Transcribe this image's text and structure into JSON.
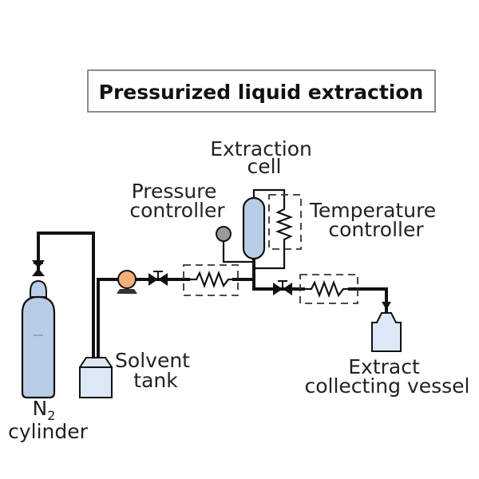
{
  "diagram": {
    "title": "Pressurized liquid extraction",
    "labels": {
      "extraction_cell": [
        "Extraction",
        "cell"
      ],
      "pressure_controller": [
        "Pressure",
        "controller"
      ],
      "temperature_controller": [
        "Temperature",
        "controller"
      ],
      "solvent_tank": [
        "Solvent",
        "tank"
      ],
      "extract_vessel": [
        "Extract",
        "collecting vessel"
      ],
      "n2_cylinder": {
        "base": "N",
        "sub": "2",
        "line2": "cylinder"
      }
    },
    "colors": {
      "vessel_fill": "#b8cde6",
      "vessel_fill_light": "#dce8f5",
      "pump_fill": "#f2b07a",
      "gauge_fill": "#9a9a9a"
    }
  }
}
